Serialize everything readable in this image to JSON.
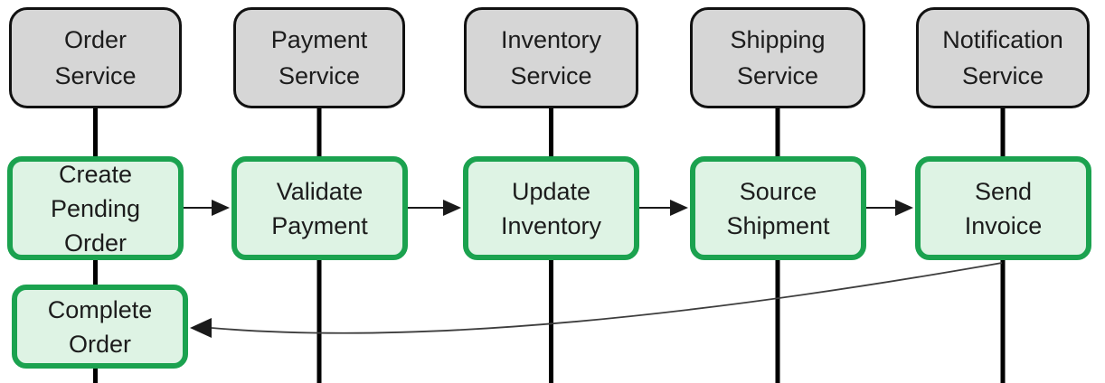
{
  "colors": {
    "background": "#ffffff",
    "service_fill": "#d6d6d6",
    "service_border": "#111111",
    "step_fill": "#def3e4",
    "step_border": "#1ba24f",
    "lifeline": "#000000",
    "arrow": "#1a1a1a",
    "return_arrow": "#3d3d3d",
    "text": "#1c1c1c"
  },
  "services": [
    {
      "label": "Order\nService"
    },
    {
      "label": "Payment\nService"
    },
    {
      "label": "Inventory\nService"
    },
    {
      "label": "Shipping\nService"
    },
    {
      "label": "Notification\nService"
    }
  ],
  "steps": [
    {
      "label": "Create\nPending\nOrder"
    },
    {
      "label": "Validate\nPayment"
    },
    {
      "label": "Update\nInventory"
    },
    {
      "label": "Source\nShipment"
    },
    {
      "label": "Send\nInvoice"
    },
    {
      "label": "Complete\nOrder"
    }
  ],
  "edges": [
    {
      "from": "Create Pending Order",
      "to": "Validate Payment"
    },
    {
      "from": "Validate Payment",
      "to": "Update Inventory"
    },
    {
      "from": "Update Inventory",
      "to": "Source Shipment"
    },
    {
      "from": "Source Shipment",
      "to": "Send Invoice"
    },
    {
      "from": "Send Invoice",
      "to": "Complete Order"
    }
  ]
}
